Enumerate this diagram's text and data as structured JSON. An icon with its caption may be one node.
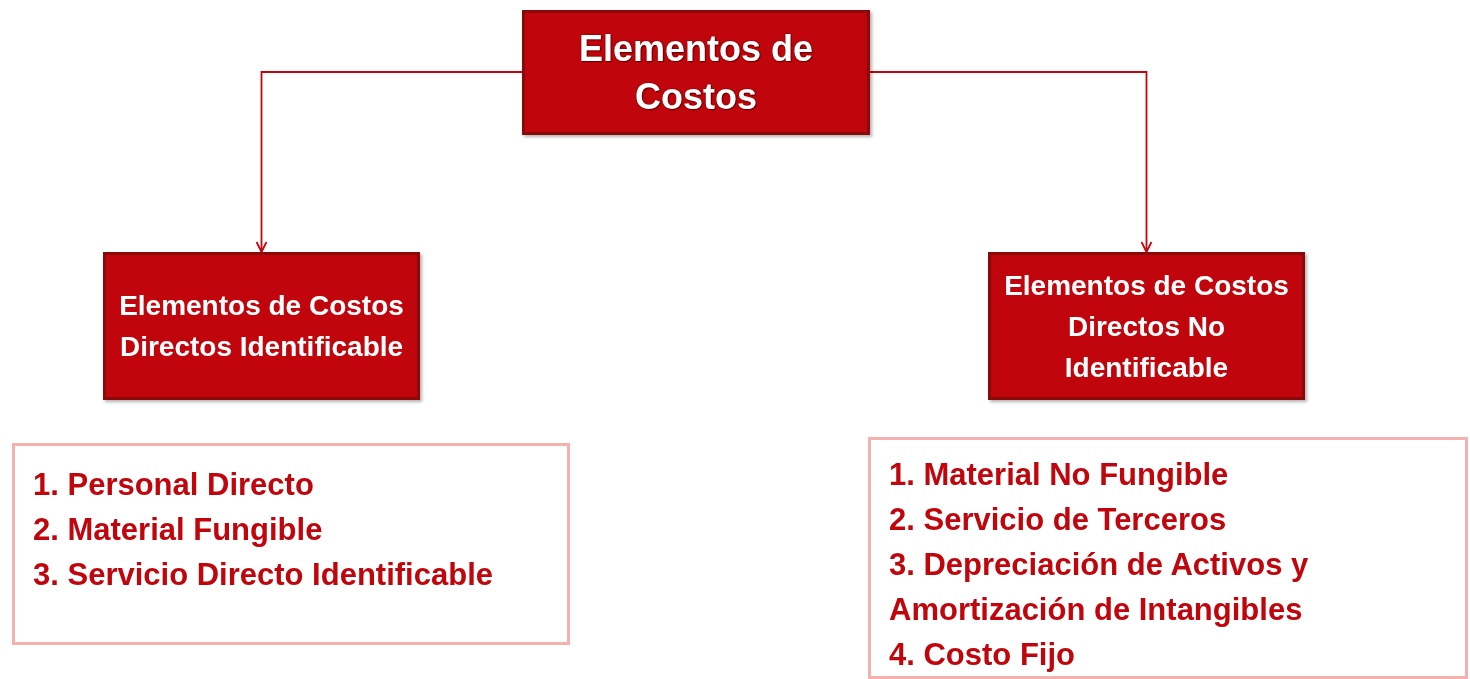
{
  "diagram": {
    "nodes": [
      {
        "text": [
          "Elementos de Costos"
        ]
      },
      {
        "text": [
          "Elementos de Costos Directos Identificable"
        ]
      },
      {
        "text": [
          "Elementos de Costos Directos No Identificable"
        ]
      },
      {
        "text": [
          "1. Personal Directo",
          "2. Material Fungible",
          "3. Servicio Directo Identificable"
        ]
      },
      {
        "text": [
          "1. Material No Fungible",
          "2. Servicio de Terceros",
          "3. Depreciación de Activos y Amortización de Intangibles",
          "4. Costo Fijo"
        ]
      }
    ],
    "edges": [
      {
        "from": 0,
        "to": 1,
        "arrow": "to"
      },
      {
        "from": 0,
        "to": 2,
        "arrow": "to"
      }
    ]
  }
}
